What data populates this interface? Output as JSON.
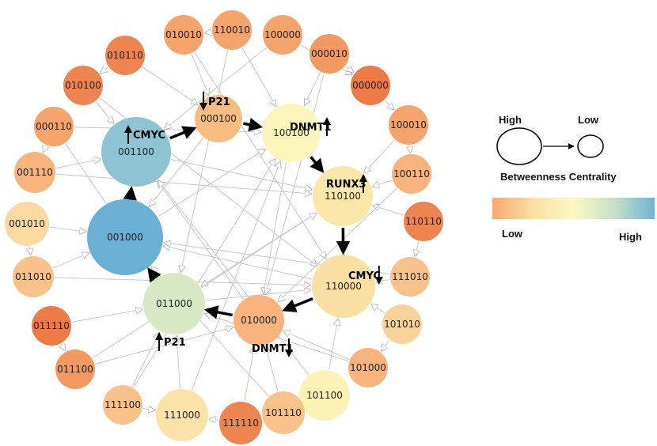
{
  "network": {
    "nodes": [
      {
        "id": "110010",
        "color": "#f6a46c",
        "level": 0.1
      },
      {
        "id": "100000",
        "color": "#f6a46c",
        "level": 0.1
      },
      {
        "id": "010010",
        "color": "#f6a46c",
        "level": 0.1
      },
      {
        "id": "000010",
        "color": "#f29a62",
        "level": 0.05
      },
      {
        "id": "010110",
        "color": "#ee8450",
        "level": 0.0
      },
      {
        "id": "000000",
        "color": "#ee7a46",
        "level": 0.0
      },
      {
        "id": "010100",
        "color": "#ee8450",
        "level": 0.0
      },
      {
        "id": "000110",
        "color": "#f6a46c",
        "level": 0.1
      },
      {
        "id": "100010",
        "color": "#f6a46c",
        "level": 0.1
      },
      {
        "id": "001110",
        "color": "#f8b47c",
        "level": 0.15
      },
      {
        "id": "100110",
        "color": "#f8b47c",
        "level": 0.15
      },
      {
        "id": "001010",
        "color": "#fbd9a0",
        "level": 0.3
      },
      {
        "id": "110110",
        "color": "#ee8450",
        "level": 0.0
      },
      {
        "id": "011010",
        "color": "#f8c28a",
        "level": 0.2
      },
      {
        "id": "111010",
        "color": "#f8c28a",
        "level": 0.2
      },
      {
        "id": "011110",
        "color": "#ee7a46",
        "level": 0.0
      },
      {
        "id": "101010",
        "color": "#fbd39a",
        "level": 0.25
      },
      {
        "id": "011100",
        "color": "#f29a62",
        "level": 0.05
      },
      {
        "id": "101000",
        "color": "#f8b47c",
        "level": 0.15
      },
      {
        "id": "111100",
        "color": "#f8c28a",
        "level": 0.2
      },
      {
        "id": "101100",
        "color": "#fbf3b6",
        "level": 0.45
      },
      {
        "id": "111000",
        "color": "#fbe2a8",
        "level": 0.35
      },
      {
        "id": "111110",
        "color": "#ee8450",
        "level": 0.0
      },
      {
        "id": "101110",
        "color": "#f8c28a",
        "level": 0.2
      },
      {
        "id": "000100",
        "color": "#f8bc80",
        "level": 0.18
      },
      {
        "id": "100100",
        "color": "#fcf6bc",
        "level": 0.48
      },
      {
        "id": "001100",
        "color": "#8cc4d4",
        "level": 0.85
      },
      {
        "id": "110100",
        "color": "#fbe8a8",
        "level": 0.4
      },
      {
        "id": "001000",
        "color": "#6ab0d4",
        "level": 1.0
      },
      {
        "id": "110000",
        "color": "#fbe0a4",
        "level": 0.36
      },
      {
        "id": "011000",
        "color": "#d6e8c4",
        "level": 0.6
      },
      {
        "id": "010000",
        "color": "#f8b47c",
        "level": 0.15
      }
    ],
    "gene_labels": [
      {
        "name": "P21",
        "arrow": "down"
      },
      {
        "name": "CMYC",
        "arrow": "up"
      },
      {
        "name": "DNMT1",
        "arrow": "up"
      },
      {
        "name": "RUNX3",
        "arrow": "up"
      },
      {
        "name": "CMYC",
        "arrow": "down"
      },
      {
        "name": "DNMT1",
        "arrow": "down"
      },
      {
        "name": "P21",
        "arrow": "up"
      }
    ],
    "path_edges": [
      [
        "001100",
        "000100"
      ],
      [
        "000100",
        "100100"
      ],
      [
        "100100",
        "110100"
      ],
      [
        "110100",
        "110000"
      ],
      [
        "110000",
        "010000"
      ],
      [
        "010000",
        "011000"
      ],
      [
        "011000",
        "001000"
      ],
      [
        "001000",
        "001100"
      ]
    ],
    "background_edges": [
      [
        "110010",
        "100100"
      ],
      [
        "100000",
        "000000"
      ],
      [
        "010010",
        "000100"
      ],
      [
        "000010",
        "100100"
      ],
      [
        "010110",
        "000100"
      ],
      [
        "000000",
        "100010"
      ],
      [
        "010100",
        "001100"
      ],
      [
        "000110",
        "100100"
      ],
      [
        "100010",
        "110100"
      ],
      [
        "001110",
        "001100"
      ],
      [
        "100110",
        "110100"
      ],
      [
        "001010",
        "001000"
      ],
      [
        "110110",
        "110100"
      ],
      [
        "011010",
        "001000"
      ],
      [
        "111010",
        "110000"
      ],
      [
        "011110",
        "011000"
      ],
      [
        "101010",
        "110000"
      ],
      [
        "011100",
        "010000"
      ],
      [
        "101000",
        "010000"
      ],
      [
        "111100",
        "011000"
      ],
      [
        "101100",
        "110000"
      ],
      [
        "111000",
        "011000"
      ],
      [
        "111110",
        "010000"
      ],
      [
        "101110",
        "010000"
      ],
      [
        "110010",
        "010010"
      ],
      [
        "000010",
        "000000"
      ],
      [
        "010110",
        "010100"
      ],
      [
        "000110",
        "001110"
      ],
      [
        "100010",
        "100110"
      ],
      [
        "001010",
        "011010"
      ],
      [
        "110110",
        "111010"
      ],
      [
        "011110",
        "011100"
      ],
      [
        "101010",
        "101000"
      ],
      [
        "111100",
        "111000"
      ],
      [
        "101100",
        "101110"
      ],
      [
        "111110",
        "111000"
      ],
      [
        "001100",
        "110100"
      ],
      [
        "000100",
        "001000"
      ],
      [
        "100100",
        "010000"
      ],
      [
        "110100",
        "011000"
      ],
      [
        "110000",
        "001000"
      ],
      [
        "010000",
        "001100"
      ],
      [
        "011000",
        "110000"
      ],
      [
        "001000",
        "100100"
      ],
      [
        "010100",
        "110000"
      ],
      [
        "001110",
        "110100"
      ],
      [
        "000110",
        "011000"
      ],
      [
        "100110",
        "010000"
      ],
      [
        "011010",
        "110000"
      ],
      [
        "111010",
        "001000"
      ],
      [
        "011100",
        "110100"
      ],
      [
        "101000",
        "011000"
      ],
      [
        "111000",
        "100100"
      ],
      [
        "101110",
        "001000"
      ],
      [
        "110010",
        "011000"
      ],
      [
        "100000",
        "001100"
      ],
      [
        "111100",
        "100100"
      ],
      [
        "101100",
        "001100"
      ],
      [
        "000010",
        "010000"
      ],
      [
        "010010",
        "110000"
      ]
    ]
  },
  "legend": {
    "size_high": "High",
    "size_low": "Low",
    "size_title": "Betweenness  Centrality",
    "color_low": "Low",
    "color_high": "High",
    "gradient": [
      "#f8a870",
      "#fbe0a4",
      "#fbf8c2",
      "#c8e0c8",
      "#6eb4d4"
    ]
  }
}
